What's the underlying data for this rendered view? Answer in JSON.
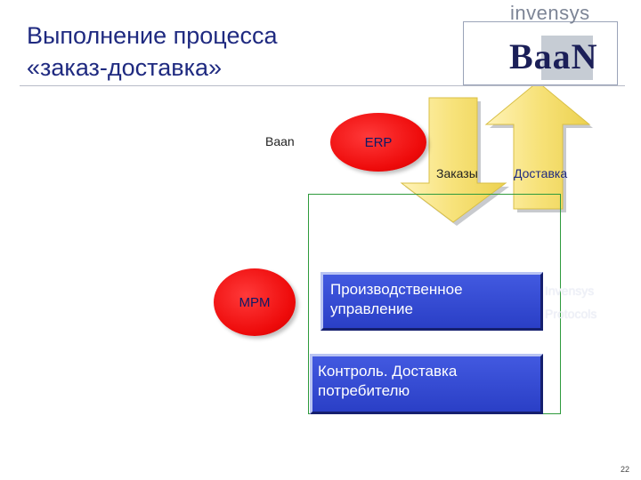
{
  "title": {
    "line1": "Выполнение процесса",
    "line2": "«заказ-доставка»"
  },
  "logo": {
    "company": "invensys",
    "product": "BaaN"
  },
  "labels": {
    "baan": "Baan",
    "orders": "Заказы",
    "delivery": "Доставка"
  },
  "nodes": {
    "erp": "ERP",
    "mpm": "MPM",
    "production": {
      "line1": "Производственное",
      "line2": "управление"
    },
    "control": {
      "line1": "Контроль. Доставка",
      "line2": "потребителю"
    }
  },
  "faint_text": {
    "line1": "Invensys",
    "line2": "Protocols"
  },
  "colors": {
    "title": "#1f2a80",
    "ellipse_red": "#ee0b0b",
    "box_blue": "#2a3fc6",
    "arrow_yellow": "#f5e07a",
    "frame_green": "#2e9a3c"
  },
  "page_number": "22"
}
